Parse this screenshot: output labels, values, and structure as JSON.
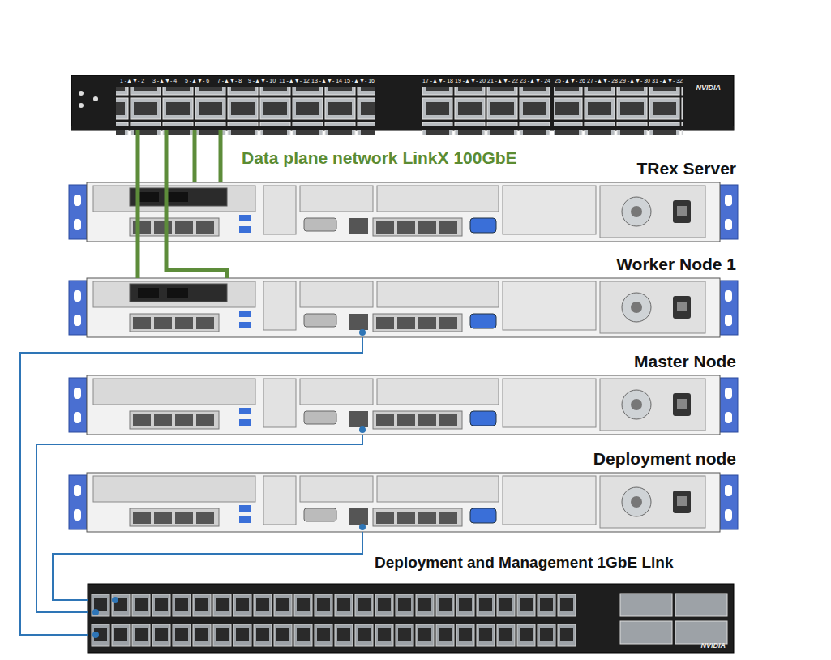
{
  "diagram": {
    "nodes": [
      {
        "text": [
          "NVIDIA"
        ]
      },
      {
        "text": [
          "TRex Server"
        ]
      },
      {
        "text": [
          "Worker Node 1"
        ]
      },
      {
        "text": [
          "Master Node"
        ]
      },
      {
        "text": [
          "Deployment node"
        ]
      },
      {
        "text": [
          "NVIDIA"
        ]
      }
    ],
    "edges": [
      {
        "from": 0,
        "to": 1,
        "arrow": "none"
      },
      {
        "from": 0,
        "to": 1,
        "arrow": "none"
      },
      {
        "from": 0,
        "to": 2,
        "arrow": "none"
      },
      {
        "from": 0,
        "to": 2,
        "arrow": "none"
      },
      {
        "from": 2,
        "to": 5,
        "arrow": "none"
      },
      {
        "from": 3,
        "to": 5,
        "arrow": "none"
      },
      {
        "from": 4,
        "to": 5,
        "arrow": "none"
      }
    ],
    "labels": [
      "Data plane network LinkX 100GbE",
      "Deployment and Management 1GbE Link",
      "1 -▲▼- 2",
      "3 -▲▼- 4",
      "5 -▲▼- 6",
      "7 -▲▼- 8",
      "9 -▲▼- 10",
      "11 -▲▼- 12",
      "13 -▲▼- 14",
      "15 -▲▼- 16",
      "17 -▲▼- 18",
      "19 -▲▼- 20",
      "21 -▲▼- 22",
      "23 -▲▼- 24",
      "25 -▲▼- 26",
      "27 -▲▼- 28",
      "29 -▲▼- 30",
      "31 -▲▼- 32"
    ]
  }
}
